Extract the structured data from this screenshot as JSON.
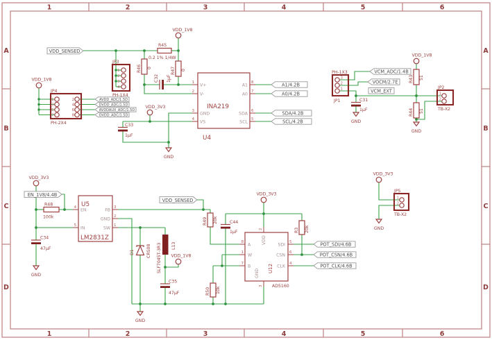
{
  "frame": {
    "columns": [
      "1",
      "2",
      "3",
      "4",
      "5",
      "6"
    ],
    "rows": [
      "A",
      "B",
      "C",
      "D"
    ]
  },
  "power": {
    "vdd_1v8": "VDD_1V8",
    "vdd_3v3": "VDD_3V3",
    "gnd": "GND"
  },
  "vals": {
    "uf1": "1µF",
    "uf47": "47µF",
    "zero": "0",
    "r51": "51",
    "k100": "100k",
    "k20": "20k",
    "k10": "10k",
    "r45v": "0.2 1% 1/4W"
  },
  "nets": {
    "vdd_sensed": "VDD_SENSED",
    "a1": "A1/4.2B",
    "a0": "A0/4.2B",
    "sda": "SDA/4.2B",
    "scl": "SCL/4.2B",
    "avdd": "AVDD_ADC/1.5D",
    "dvdd": "DVDD_ADC/1.5D",
    "avddaux": "AVDDAUX_ADC/1.5D",
    "ovdd": "OVDD_ADC/1.5D",
    "vcm_adc": "VCM_ADC/1.4B",
    "vocm": "VOCM/2.7E",
    "vcm_ext": "VCM_EXT",
    "en": "EN_1V8/4.4B",
    "pot_sdi": "POT_SDI/4.6B",
    "pot_csn": "POT_CSN/4.6B",
    "pot_clk": "POT_CLK/4.6B"
  },
  "p": {
    "u4": {
      "ref": "U4",
      "name": "INA219",
      "l": [
        "V+",
        "V-",
        "GND",
        "VS"
      ],
      "ln": [
        "1",
        "2",
        "3",
        "4"
      ],
      "r": [
        "A1",
        "A0",
        "SDA",
        "SCL"
      ],
      "rn": [
        "8",
        "7",
        "6",
        "5"
      ]
    },
    "u5": {
      "ref": "U5",
      "name": "LM2831Z",
      "l": [
        "EN",
        "IN"
      ],
      "ln": [
        "4",
        "5"
      ],
      "r": [
        "FB",
        "GND",
        "SW"
      ],
      "rn": [
        "3",
        "2",
        "1"
      ]
    },
    "u12": {
      "ref": "U12",
      "name": "AD5160",
      "l": [
        "A",
        "W",
        "B"
      ],
      "ln": [
        "8",
        "1",
        "7"
      ],
      "r": [
        "SDI",
        "CSN",
        "CLK"
      ],
      "rn": [
        "5",
        "6",
        "4"
      ],
      "top": "VDD",
      "topn": "2",
      "bot": "GND",
      "botn": "3"
    },
    "jp1": {
      "ref": "JP1",
      "name": "PH-1X3",
      "n": [
        "3",
        "2",
        "1"
      ]
    },
    "jp2": {
      "ref": "JP2",
      "name": "TB-X2",
      "n": [
        "1",
        "2"
      ]
    },
    "jp3": {
      "ref": "JP3",
      "name": "PH-1X4",
      "n": [
        "1",
        "2",
        "3",
        "4"
      ]
    },
    "jp4": {
      "ref": "JP4",
      "name": "PH-2X4",
      "nl": [
        "1",
        "3",
        "5",
        "7"
      ],
      "nr": [
        "2",
        "4",
        "6",
        "8"
      ]
    },
    "jp5": {
      "ref": "JP5",
      "name": "TB-X2",
      "n": [
        "1",
        "2"
      ]
    },
    "r43": "R43",
    "r44": "R44",
    "r45": "R45",
    "r46": "R46",
    "r47": "R47",
    "r48": "R48",
    "r49": "R49",
    "r50": "R50",
    "r3": "R3",
    "c31": "C31",
    "c32": "C32",
    "c33": "C33",
    "c34": "C34",
    "c35": "C35",
    "c44": "C44",
    "d1": {
      "ref": "D1",
      "val": "CRS08"
    },
    "l13": {
      "ref": "L13",
      "val": "SLF7045T-3R3"
    }
  }
}
